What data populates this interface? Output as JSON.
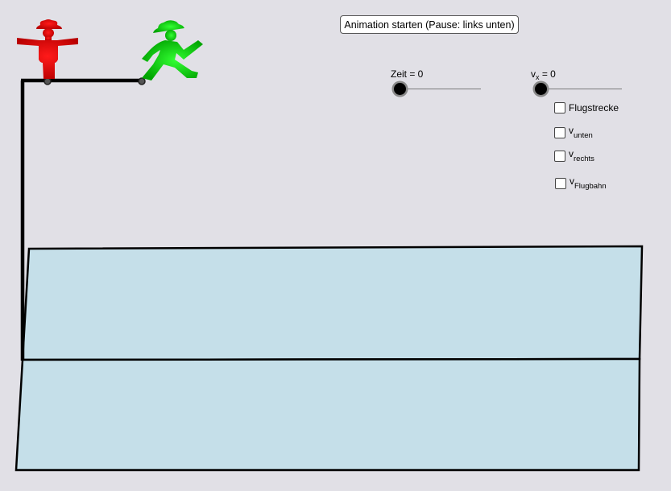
{
  "animation_button": {
    "label": "Animation starten (Pause: links unten)"
  },
  "sliders": {
    "time": {
      "label": "Zeit = 0",
      "value": 0
    },
    "vx": {
      "label_main": "v",
      "label_sub": "x",
      "label_rest": " = 0",
      "value": 0
    }
  },
  "checkboxes": [
    {
      "main": "Flugstrecke",
      "sub": "",
      "checked": false
    },
    {
      "main": "v",
      "sub": "unten",
      "checked": false
    },
    {
      "main": "v",
      "sub": "rechts",
      "checked": false
    },
    {
      "main": "v",
      "sub": "Flugbahn",
      "checked": false
    }
  ],
  "colors": {
    "background": "#e1e0e6",
    "water": "#c5dfe9",
    "stop_figure": "#e00000",
    "go_figure": "#00d400",
    "line": "#000000"
  },
  "icons": {
    "stop_figure": "ampelmann-red-standing-icon",
    "go_figure": "ampelmann-green-walking-icon"
  }
}
